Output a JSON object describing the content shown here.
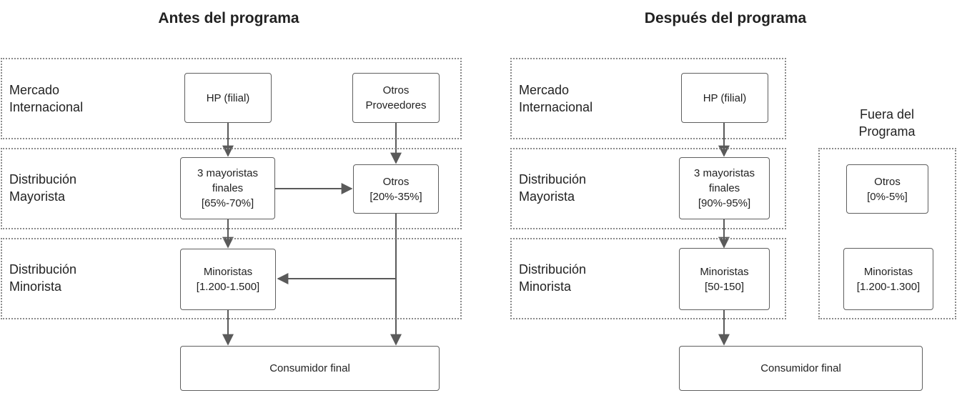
{
  "left": {
    "title": "Antes del programa",
    "levels": {
      "intl": [
        "Mercado",
        "Internacional"
      ],
      "wholesale": [
        "Distribución",
        "Mayorista"
      ],
      "retail": [
        "Distribución",
        "Minorista"
      ]
    },
    "nodes": {
      "hp": [
        "HP (filial)"
      ],
      "other_suppliers": [
        "Otros",
        "Proveedores"
      ],
      "wholesalers": [
        "3 mayoristas",
        "finales",
        "[65%-70%]"
      ],
      "others": [
        "Otros",
        "[20%-35%]"
      ],
      "retailers": [
        "Minoristas",
        "[1.200-1.500]"
      ],
      "consumer": [
        "Consumidor final"
      ]
    }
  },
  "right": {
    "title": "Después del programa",
    "levels": {
      "intl": [
        "Mercado",
        "Internacional"
      ],
      "wholesale": [
        "Distribución",
        "Mayorista"
      ],
      "retail": [
        "Distribución",
        "Minorista"
      ]
    },
    "outside_label": [
      "Fuera del",
      "Programa"
    ],
    "nodes": {
      "hp": [
        "HP (filial)"
      ],
      "wholesalers": [
        "3 mayoristas",
        "finales",
        "[90%-95%]"
      ],
      "retailers": [
        "Minoristas",
        "[50-150]"
      ],
      "consumer": [
        "Consumidor final"
      ],
      "outside_others": [
        "Otros",
        "[0%-5%]"
      ],
      "outside_retailers": [
        "Minoristas",
        "[1.200-1.300]"
      ]
    }
  }
}
